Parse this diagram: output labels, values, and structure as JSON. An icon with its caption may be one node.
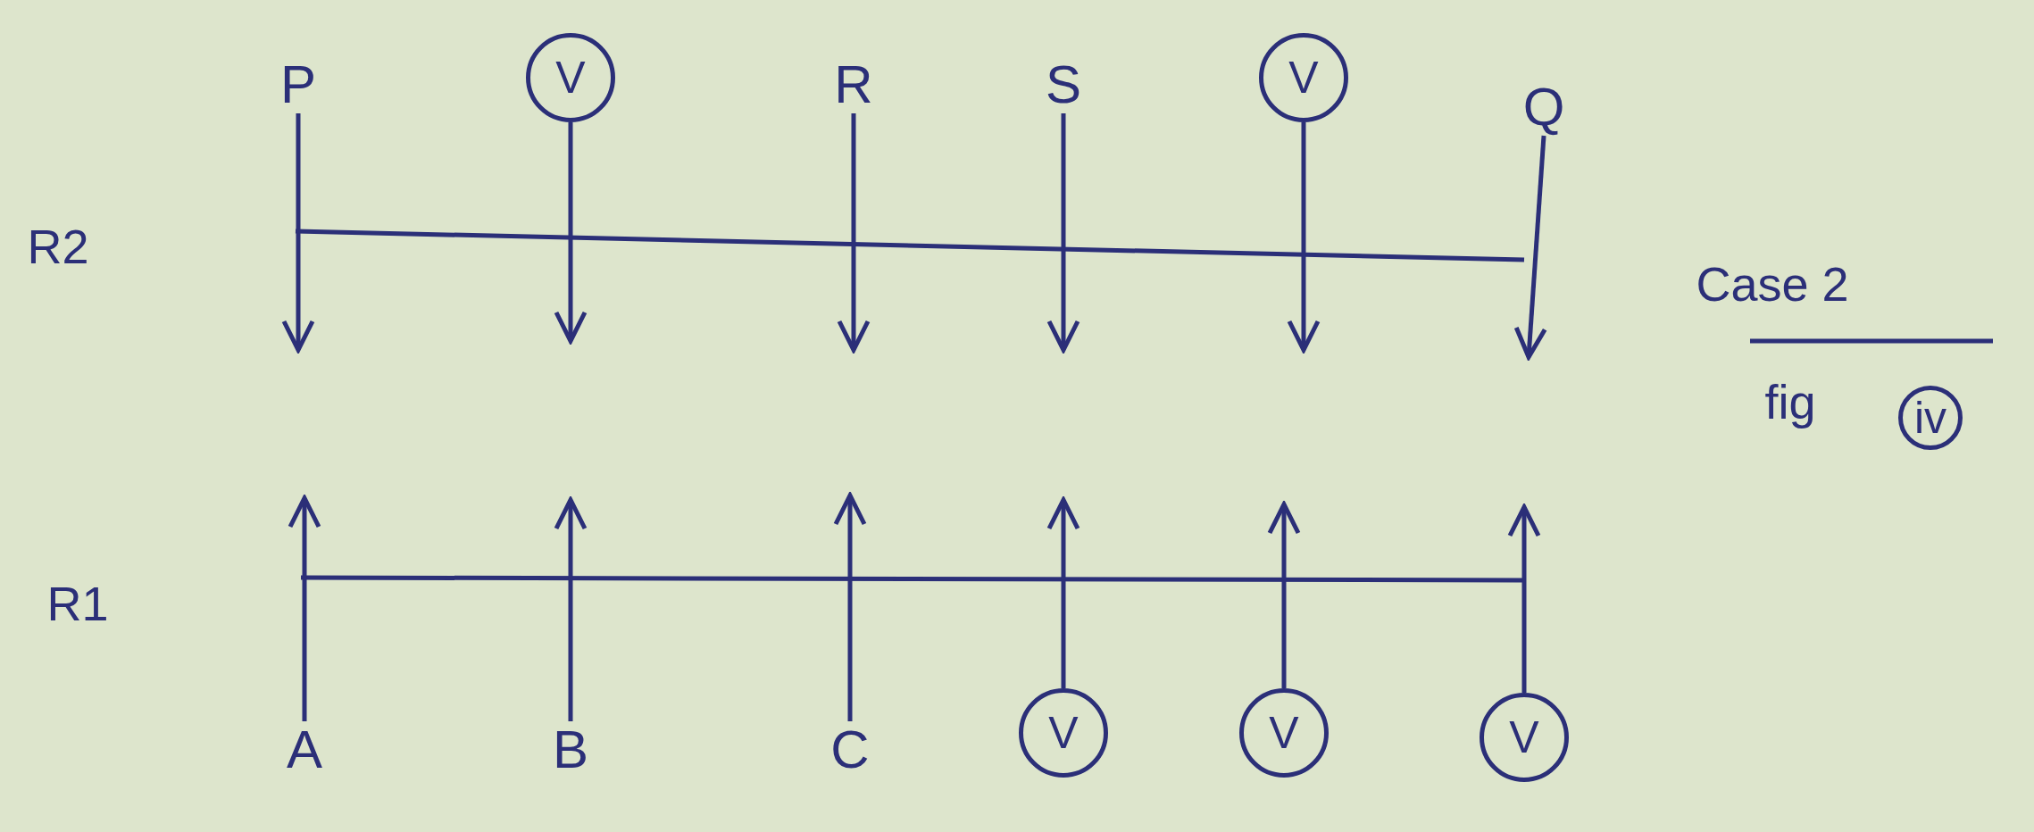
{
  "diagram": {
    "nodes": [
      {
        "text": [
          "P"
        ]
      },
      {
        "text": [
          "V"
        ]
      },
      {
        "text": [
          "R"
        ]
      },
      {
        "text": [
          "S"
        ]
      },
      {
        "text": [
          "V"
        ]
      },
      {
        "text": [
          "Q"
        ]
      },
      {
        "text": [
          "A"
        ]
      },
      {
        "text": [
          "B"
        ]
      },
      {
        "text": [
          "C"
        ]
      },
      {
        "text": [
          "V"
        ]
      },
      {
        "text": [
          "V"
        ]
      },
      {
        "text": [
          "V"
        ]
      },
      {
        "text": [
          "iv"
        ]
      }
    ],
    "edges": [
      {
        "from": 0,
        "to": null,
        "arrow": "to"
      },
      {
        "from": 1,
        "to": null,
        "arrow": "to"
      },
      {
        "from": 2,
        "to": null,
        "arrow": "to"
      },
      {
        "from": 3,
        "to": null,
        "arrow": "to"
      },
      {
        "from": 4,
        "to": null,
        "arrow": "to"
      },
      {
        "from": 5,
        "to": null,
        "arrow": "to"
      },
      {
        "from": 6,
        "to": null,
        "arrow": "to"
      },
      {
        "from": 7,
        "to": null,
        "arrow": "to"
      },
      {
        "from": 8,
        "to": null,
        "arrow": "to"
      },
      {
        "from": 9,
        "to": null,
        "arrow": "to"
      },
      {
        "from": 10,
        "to": null,
        "arrow": "to"
      },
      {
        "from": 11,
        "to": null,
        "arrow": "to"
      }
    ],
    "labels": [
      "R2",
      "Case 2",
      "fig",
      "R1"
    ]
  }
}
